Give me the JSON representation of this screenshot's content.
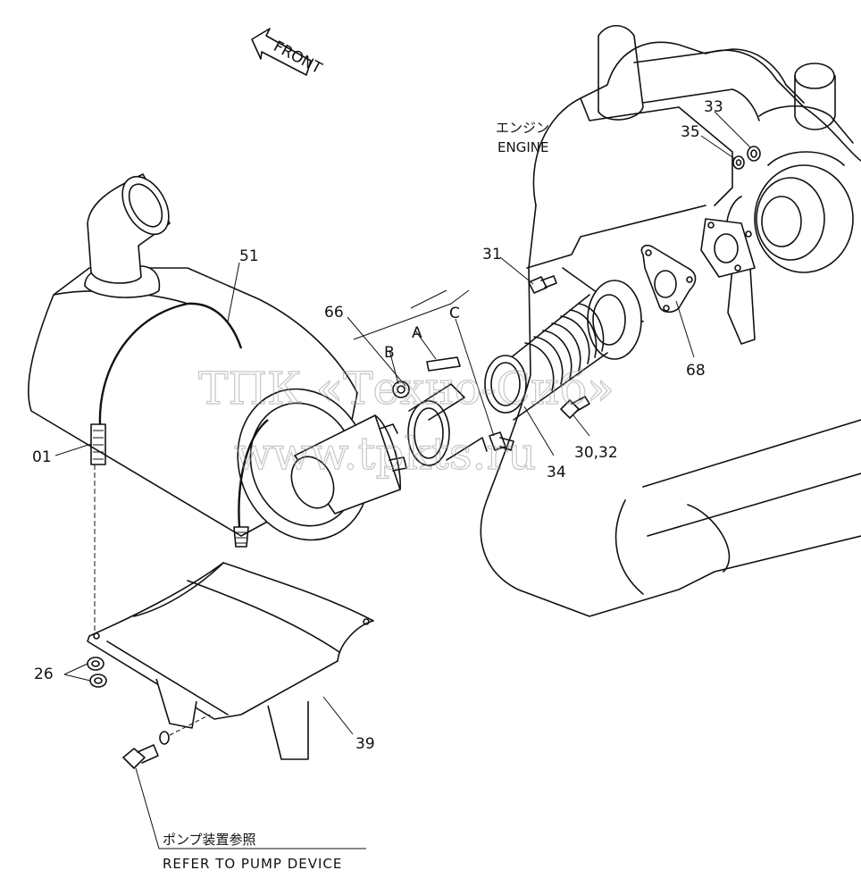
{
  "front_arrow": {
    "label": "FRONT"
  },
  "engine": {
    "label_jp": "エンジン",
    "label_en": "ENGINE"
  },
  "callouts": {
    "p51": "51",
    "p01": "01",
    "p66": "66",
    "pA": "A",
    "pB": "B",
    "pC": "C",
    "p31": "31",
    "p33": "33",
    "p35": "35",
    "p68": "68",
    "p34": "34",
    "p30_32": "30,32",
    "p26": "26",
    "p39": "39"
  },
  "note": {
    "jp": "ポンプ装置参照",
    "en": "REFER TO PUMP DEVICE"
  },
  "watermark": {
    "line1": "ТПК «Техно-Сиб»",
    "line2": "www.tpkts.ru"
  }
}
